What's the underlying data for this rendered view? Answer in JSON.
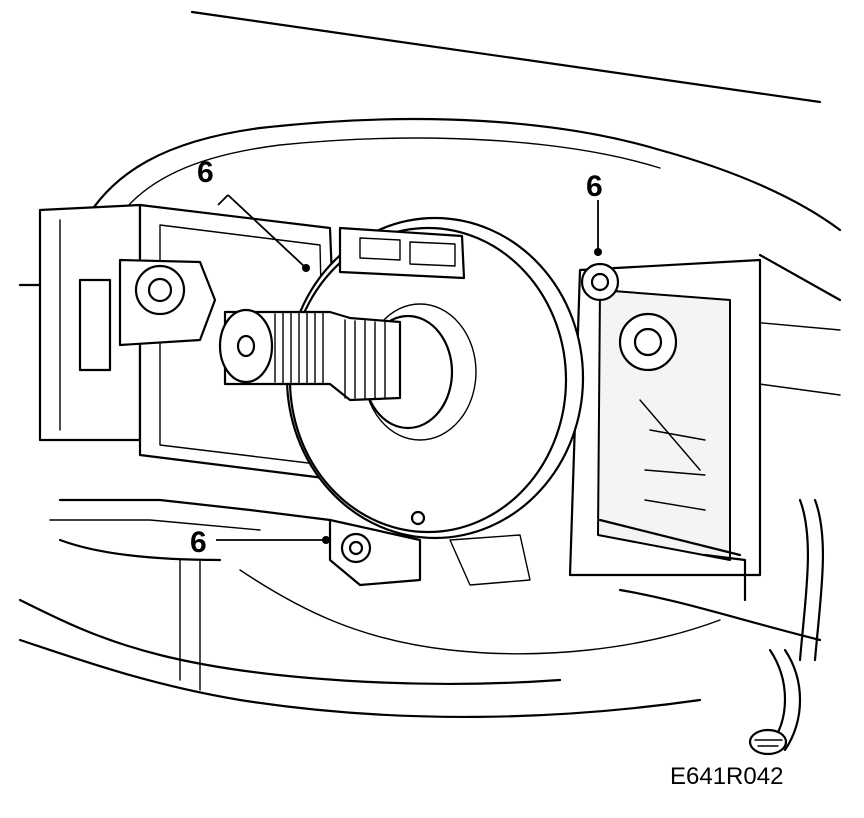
{
  "callouts": [
    {
      "label": "6"
    },
    {
      "label": "6"
    },
    {
      "label": "6"
    }
  ],
  "figure_ref": "E641R042"
}
